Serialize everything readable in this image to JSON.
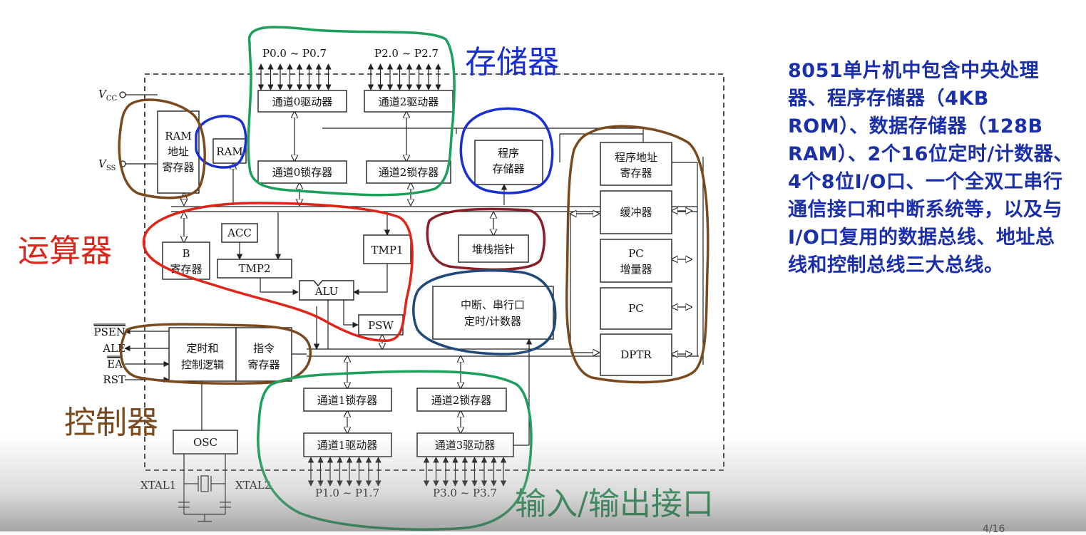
{
  "diagram": {
    "port_labels": {
      "p0": "P0.0 ~ P0.7",
      "p2": "P2.0 ~ P2.7",
      "p1": "P1.0 ~ P1.7",
      "p3": "P3.0 ~ P3.7"
    },
    "power": {
      "vcc_main": "V",
      "vcc_sub": "CC",
      "vss_main": "V",
      "vss_sub": "SS"
    },
    "blocks": {
      "ch0_driver": "通道0驱动器",
      "ch2_driver": "通道2驱动器",
      "ch0_latch": "通道0锁存器",
      "ch2_latch_top": "通道2锁存器",
      "ram_addr_l1": "RAM",
      "ram_addr_l2": "地址",
      "ram_addr_l3": "寄存器",
      "ram": "RAM",
      "prog_mem_l1": "程序",
      "prog_mem_l2": "存储器",
      "prog_addr_l1": "程序地址",
      "prog_addr_l2": "寄存器",
      "buffer": "缓冲器",
      "pc_inc_l1": "PC",
      "pc_inc_l2": "增量器",
      "pc": "PC",
      "dptr": "DPTR",
      "acc": "ACC",
      "b_reg_l1": "B",
      "b_reg_l2": "寄存器",
      "tmp2": "TMP2",
      "tmp1": "TMP1",
      "alu": "ALU",
      "psw": "PSW",
      "stack_ptr": "堆栈指针",
      "int_l1": "中断、串行口",
      "int_l2": "定时/计数器",
      "timing_l1": "定时和",
      "timing_l2": "控制逻辑",
      "ir_l1": "指令",
      "ir_l2": "寄存器",
      "ch1_latch": "通道1锁存器",
      "ch2_latch_bottom": "通道2锁存器",
      "ch1_driver": "通道1驱动器",
      "ch3_driver": "通道3驱动器",
      "osc": "OSC"
    },
    "pins": {
      "psen": "PSEN",
      "ale": "ALE",
      "ea": "EA",
      "rst": "RST",
      "xtal1": "XTAL1",
      "xtal2": "XTAL2"
    },
    "annotations": {
      "storage": "存储器",
      "alu_unit": "运算器",
      "controller": "控制器",
      "io": "输入/输出接口"
    }
  },
  "description": "8051单片机中包含中央处理器、程序存储器（4KB ROM）、数据存储器（128B RAM）、2个16位定时/计数器、4个8位I/O口、一个全双工串行通信接口和中断系统等，以及与I/O口复用的数据总线、地址总线和控制总线三大总线。",
  "page_number": "4/16",
  "colors": {
    "storage": "#1aa05a",
    "memory_blue": "#1a2fd0",
    "alu_red": "#e02418",
    "control_brown": "#7a4a1e",
    "stack_maroon": "#8a1f28",
    "interrupt_navy": "#1f4a7a",
    "text_blue": "#1a2fa8",
    "line": "#222222"
  }
}
